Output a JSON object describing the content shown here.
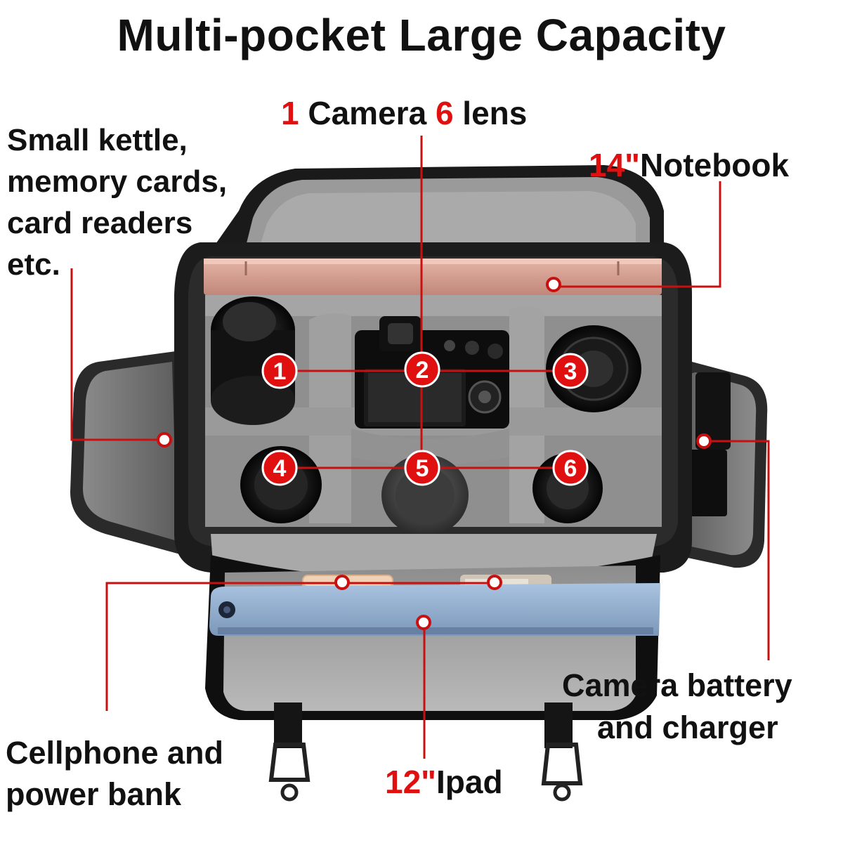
{
  "title": "Multi-pocket Large Capacity",
  "callouts": {
    "camera": {
      "n1": "1",
      "t1": " Camera ",
      "n2": "6",
      "t2": " lens"
    },
    "notebook": {
      "size": "14\"",
      "name": "Notebook"
    },
    "kettle": {
      "line1": "Small kettle,",
      "line2": "memory cards,",
      "line3": "card readers",
      "line4": "etc."
    },
    "battery": {
      "line1": "Camera battery",
      "line2": "and charger"
    },
    "cellphone": {
      "line1": "Cellphone and",
      "line2": "power bank"
    },
    "ipad": {
      "size": "12\"",
      "name": "Ipad"
    }
  },
  "markers": [
    "1",
    "2",
    "3",
    "4",
    "5",
    "6"
  ],
  "colors": {
    "accent_red": "#e01010",
    "text": "#111111",
    "line": "#c81010"
  }
}
